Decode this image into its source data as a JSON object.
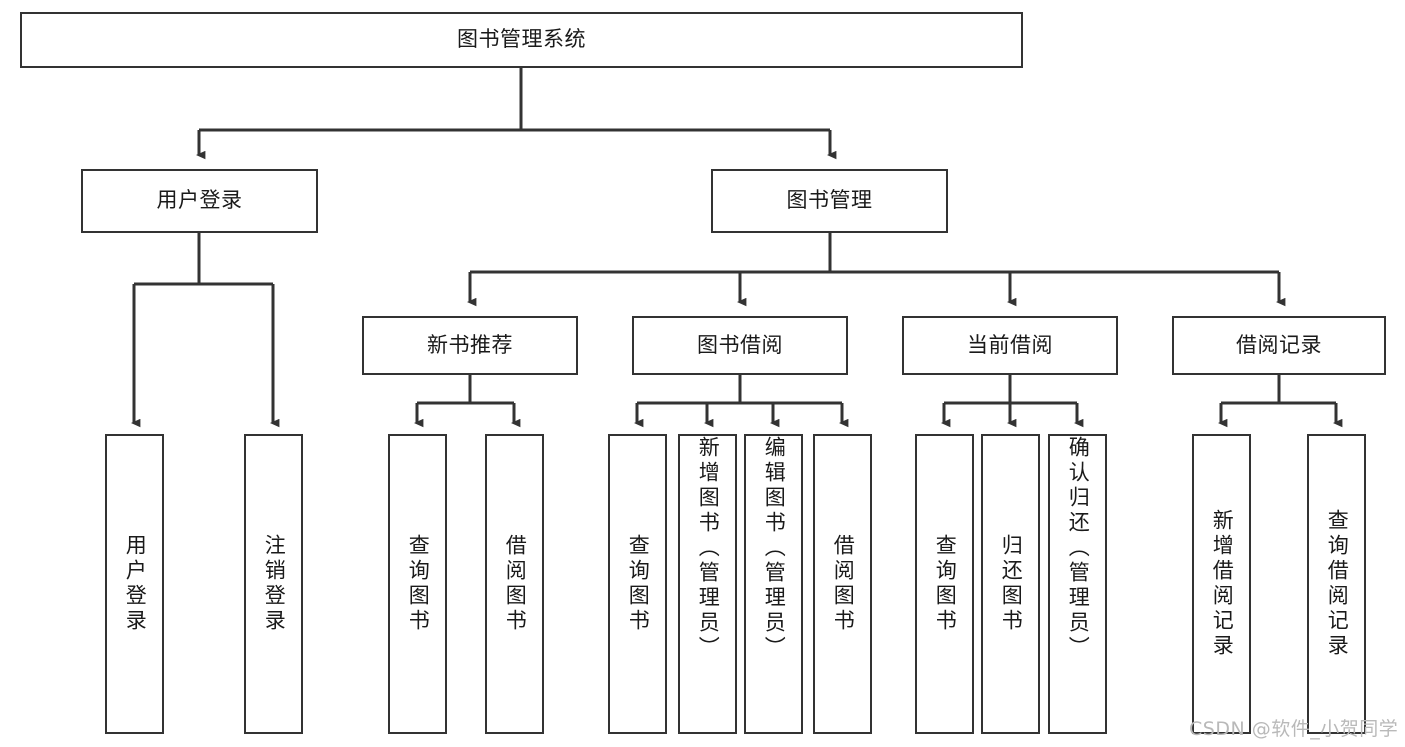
{
  "diagram": {
    "title": "图书管理系统",
    "type": "hierarchy-tree",
    "root": {
      "id": "root",
      "label": "图书管理系统"
    },
    "level2": [
      {
        "id": "user-login",
        "label": "用户登录"
      },
      {
        "id": "book-management",
        "label": "图书管理"
      }
    ],
    "level3": [
      {
        "id": "new-book-recommend",
        "label": "新书推荐",
        "parent": "book-management"
      },
      {
        "id": "book-borrow",
        "label": "图书借阅",
        "parent": "book-management"
      },
      {
        "id": "current-borrow",
        "label": "当前借阅",
        "parent": "book-management"
      },
      {
        "id": "borrow-record",
        "label": "借阅记录",
        "parent": "book-management"
      }
    ],
    "leaves": [
      {
        "id": "leaf-user-login",
        "label": "用户登录",
        "parent": "user-login"
      },
      {
        "id": "leaf-user-logout",
        "label": "注销登录",
        "parent": "user-login"
      },
      {
        "id": "leaf-query-book-1",
        "label": "查询图书",
        "parent": "new-book-recommend"
      },
      {
        "id": "leaf-borrow-book-1",
        "label": "借阅图书",
        "parent": "new-book-recommend"
      },
      {
        "id": "leaf-query-book-2",
        "label": "查询图书",
        "parent": "book-borrow"
      },
      {
        "id": "leaf-add-book",
        "label": "新增图书（管理员）",
        "parent": "book-borrow"
      },
      {
        "id": "leaf-edit-book",
        "label": "编辑图书（管理员）",
        "parent": "book-borrow"
      },
      {
        "id": "leaf-borrow-book-2",
        "label": "借阅图书",
        "parent": "book-borrow"
      },
      {
        "id": "leaf-query-book-3",
        "label": "查询图书",
        "parent": "current-borrow"
      },
      {
        "id": "leaf-return-book",
        "label": "归还图书",
        "parent": "current-borrow"
      },
      {
        "id": "leaf-confirm-return",
        "label": "确认归还（管理员）",
        "parent": "current-borrow"
      },
      {
        "id": "leaf-add-record",
        "label": "新增借阅记录",
        "parent": "borrow-record"
      },
      {
        "id": "leaf-query-record",
        "label": "查询借阅记录",
        "parent": "borrow-record"
      }
    ],
    "colors": {
      "border": "#333333",
      "background": "#ffffff",
      "text": "#1a1a1a",
      "connector": "#333333",
      "watermark": "#b9b9b9"
    }
  },
  "watermark": {
    "text": "CSDN @软件_小贺同学"
  }
}
